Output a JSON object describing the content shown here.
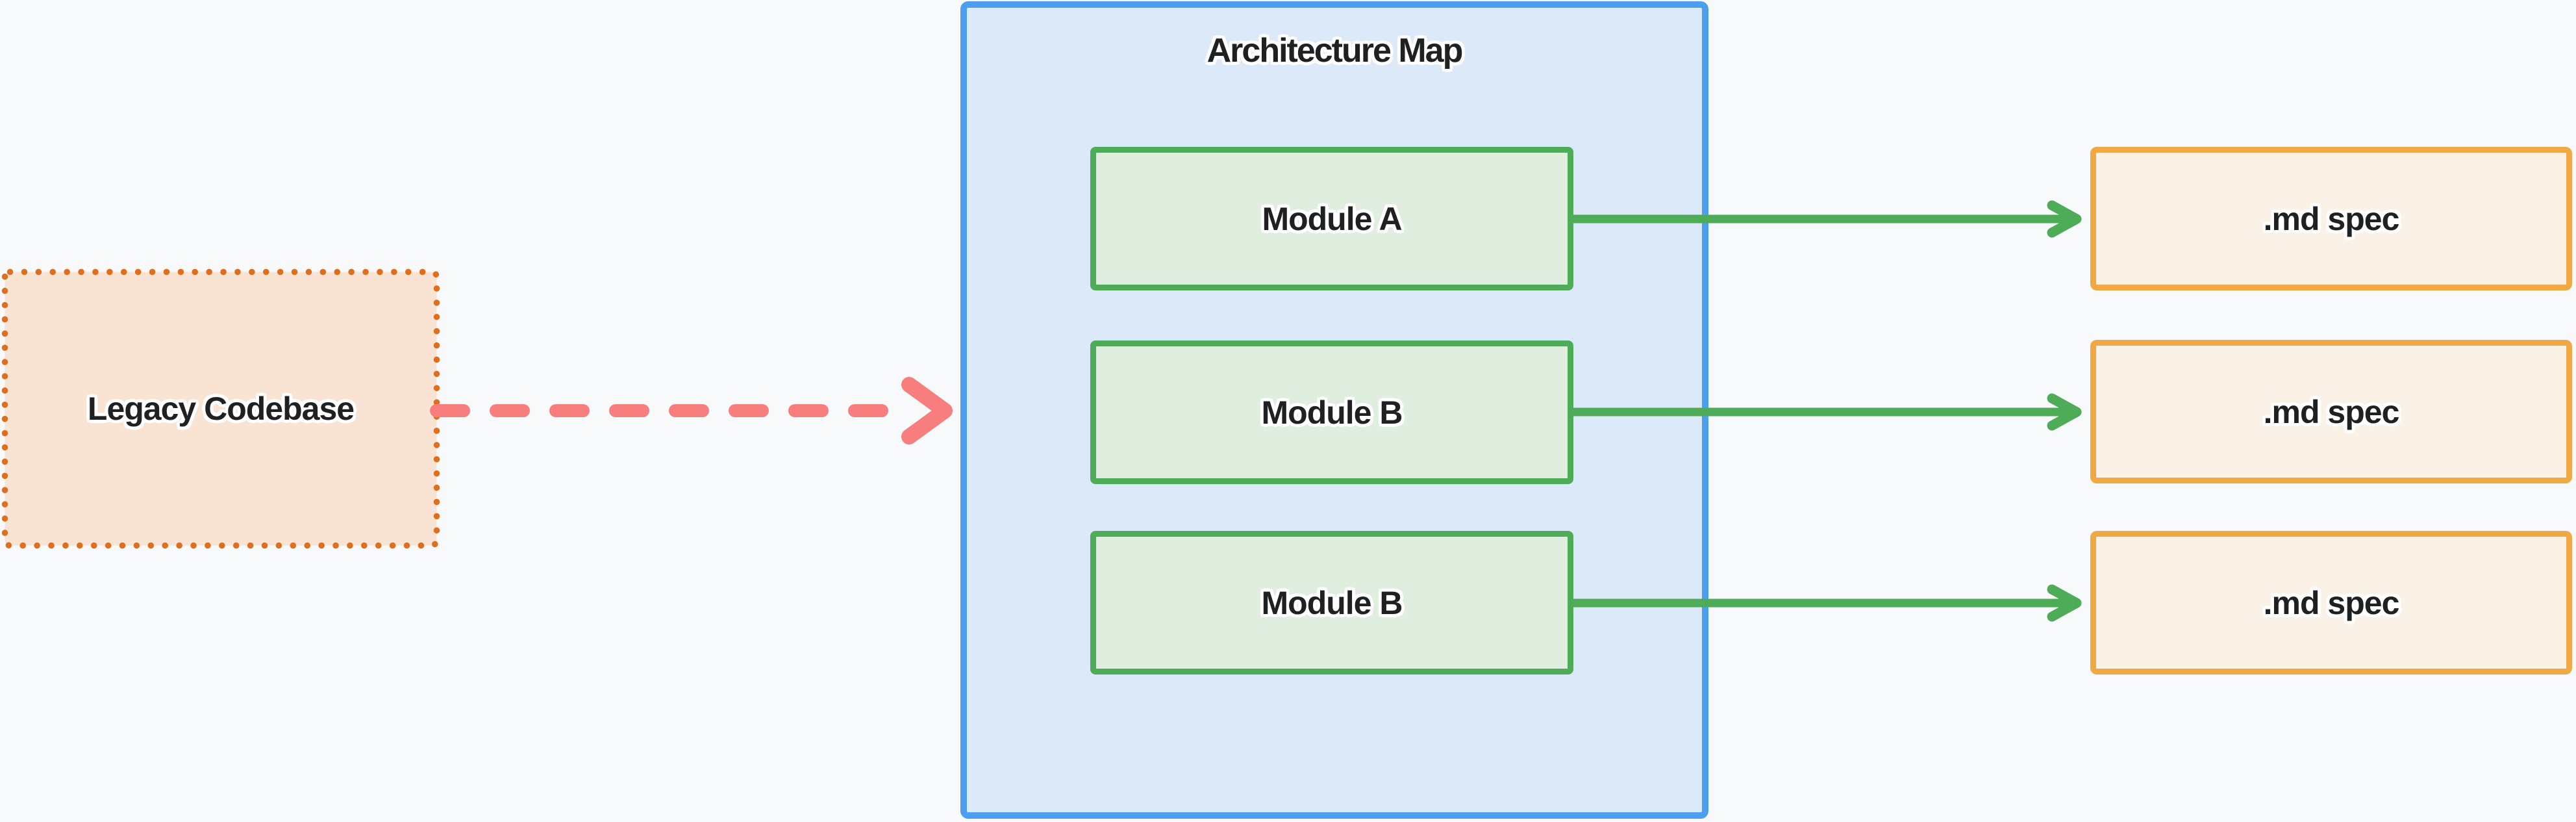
{
  "colors": {
    "page-bg": "#F7F9FA",
    "text": "#1F2021",
    "halo": "#FFFFFF",
    "legacy-fill": "#F9E4D3",
    "legacy-border": "#DF6F1F",
    "dashed-arrow": "#F87E7E",
    "map-fill": "#DBE9F9",
    "map-border": "#4C9EEE",
    "module-fill": "#DFEEDF",
    "module-border": "#4EAC58",
    "spec-arrow": "#4EAC58",
    "spec-fill": "#FAF2E6",
    "spec-border": "#F0A845"
  },
  "legacy": {
    "label": "Legacy Codebase"
  },
  "map": {
    "title": "Architecture Map",
    "modules": [
      {
        "label": "Module A"
      },
      {
        "label": "Module B"
      },
      {
        "label": "Module B"
      }
    ]
  },
  "specs": [
    {
      "label": ".md spec"
    },
    {
      "label": ".md spec"
    },
    {
      "label": ".md spec"
    }
  ]
}
